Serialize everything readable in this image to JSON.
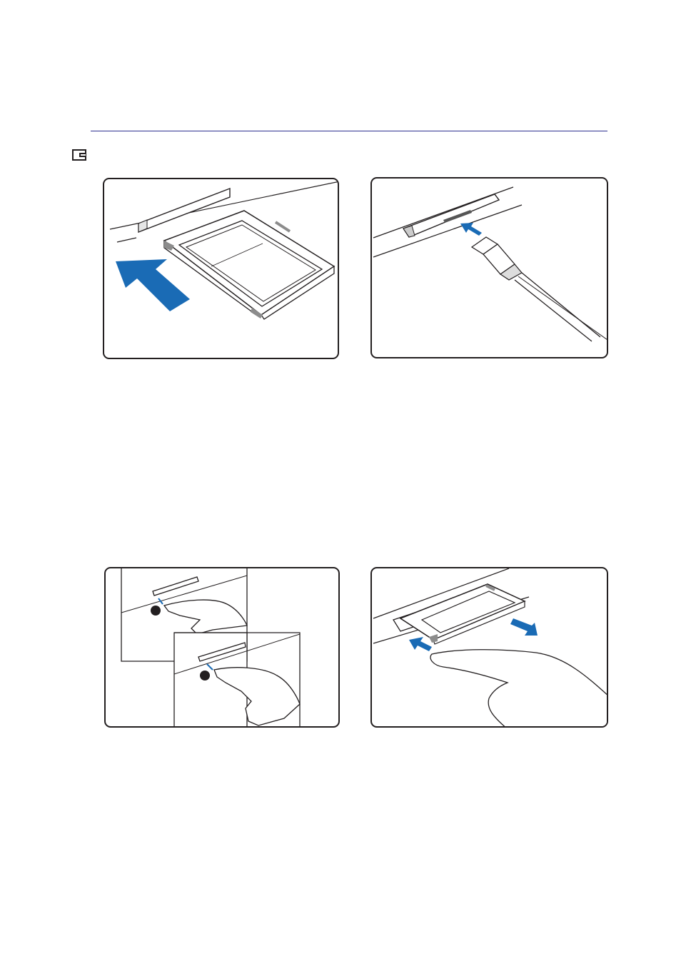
{
  "page": {
    "accent_color": "#2b2f8f",
    "arrow_color": "#1a6bb5",
    "line_color": "#231f20",
    "side_icon": "card-slot-icon"
  },
  "figures": [
    {
      "id": "insert-pc-card",
      "icon": "pc-card-insert-illustration"
    },
    {
      "id": "connect-cable",
      "icon": "cable-connector-illustration"
    },
    {
      "id": "press-eject-button",
      "icon": "eject-button-press-illustration"
    },
    {
      "id": "remove-card",
      "icon": "card-removal-illustration"
    }
  ]
}
